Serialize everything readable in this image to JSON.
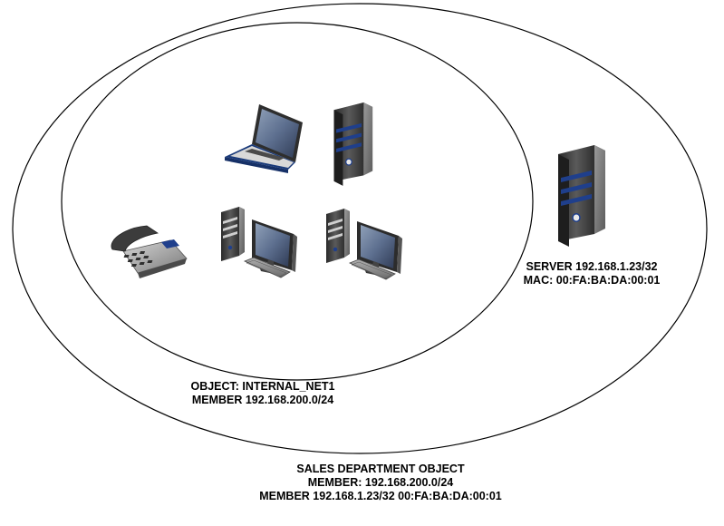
{
  "internal_net": {
    "line1": "OBJECT: INTERNAL_NET1",
    "line2": "MEMBER 192.168.200.0/24"
  },
  "server": {
    "line1": "SERVER 192.168.1.23/32",
    "line2": "MAC: 00:FA:BA:DA:00:01"
  },
  "sales_department": {
    "line1": "SALES DEPARTMENT OBJECT",
    "line2": "MEMBER: 192.168.200.0/24",
    "line3": "MEMBER 192.168.1.23/32 00:FA:BA:DA:00:01"
  },
  "colors": {
    "outline": "#000000",
    "device_dark": "#3a3a3a",
    "device_mid": "#6b6b6b",
    "accent_blue": "#1f3f8c"
  },
  "icons": [
    "laptop-icon",
    "server-icon",
    "ip-phone-icon",
    "desktop-computer-icon",
    "desktop-computer-icon",
    "server-icon"
  ]
}
